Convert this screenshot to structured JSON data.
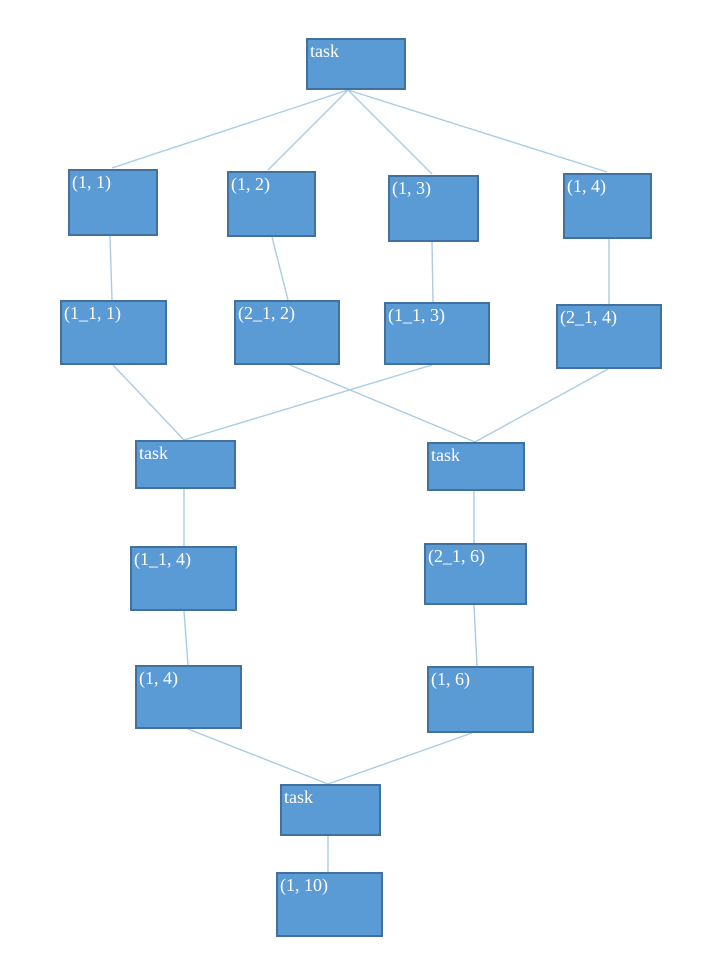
{
  "diagram": {
    "colors": {
      "node_fill": "#5b9bd5",
      "node_border": "#41719c",
      "edge": "#a9cce6",
      "label": "#ffffff"
    },
    "nodes": [
      {
        "id": "n0",
        "label": "task"
      },
      {
        "id": "n1",
        "label": "(1, 1)"
      },
      {
        "id": "n2",
        "label": "(1, 2)"
      },
      {
        "id": "n3",
        "label": "(1, 3)"
      },
      {
        "id": "n4",
        "label": "(1, 4)"
      },
      {
        "id": "n5",
        "label": "(1_1, 1)"
      },
      {
        "id": "n6",
        "label": "(2_1, 2)"
      },
      {
        "id": "n7",
        "label": "(1_1, 3)"
      },
      {
        "id": "n8",
        "label": "(2_1, 4)"
      },
      {
        "id": "n9",
        "label": "task"
      },
      {
        "id": "n10",
        "label": "task"
      },
      {
        "id": "n11",
        "label": "(1_1, 4)"
      },
      {
        "id": "n12",
        "label": "(2_1, 6)"
      },
      {
        "id": "n13",
        "label": "(1, 4)"
      },
      {
        "id": "n14",
        "label": "(1, 6)"
      },
      {
        "id": "n15",
        "label": "task"
      },
      {
        "id": "n16",
        "label": "(1, 10)"
      }
    ],
    "edges": [
      [
        "n0",
        "n1"
      ],
      [
        "n0",
        "n2"
      ],
      [
        "n0",
        "n3"
      ],
      [
        "n0",
        "n4"
      ],
      [
        "n1",
        "n5"
      ],
      [
        "n2",
        "n6"
      ],
      [
        "n3",
        "n7"
      ],
      [
        "n4",
        "n8"
      ],
      [
        "n5",
        "n9"
      ],
      [
        "n7",
        "n9"
      ],
      [
        "n6",
        "n10"
      ],
      [
        "n8",
        "n10"
      ],
      [
        "n9",
        "n11"
      ],
      [
        "n10",
        "n12"
      ],
      [
        "n11",
        "n13"
      ],
      [
        "n12",
        "n14"
      ],
      [
        "n13",
        "n15"
      ],
      [
        "n14",
        "n15"
      ],
      [
        "n15",
        "n16"
      ]
    ]
  }
}
